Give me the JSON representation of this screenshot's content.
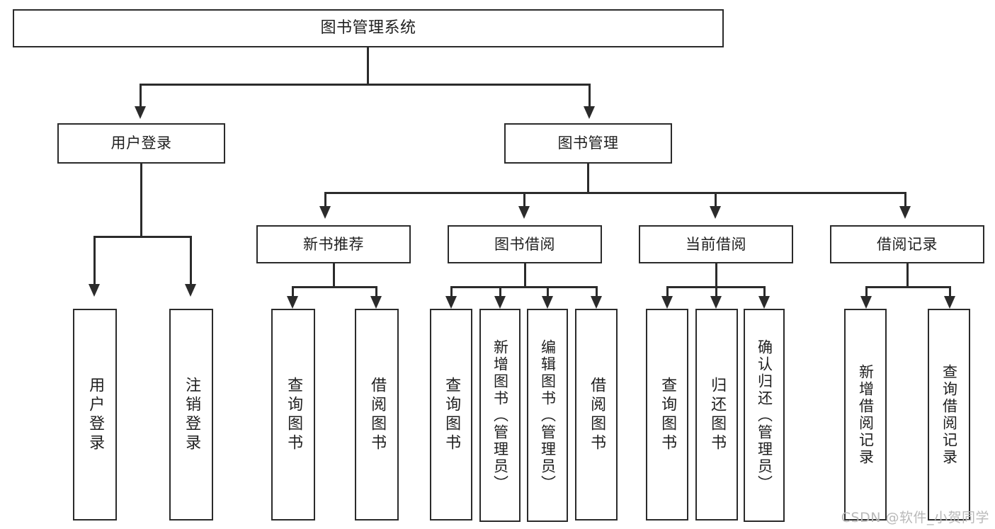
{
  "diagram": {
    "type": "tree-hierarchy",
    "title": "图书管理系统",
    "watermark": "CSDN @软件_小贺同学",
    "colors": {
      "background": "#ffffff",
      "stroke": "#2b2b2b",
      "text": "#1f1f1f",
      "watermark": "#b9b9b9"
    },
    "root": {
      "label": "图书管理系统"
    },
    "level2": [
      {
        "label": "用户登录"
      },
      {
        "label": "图书管理"
      }
    ],
    "level3": [
      {
        "label": "新书推荐"
      },
      {
        "label": "图书借阅"
      },
      {
        "label": "当前借阅"
      },
      {
        "label": "借阅记录"
      }
    ],
    "leaves": {
      "user_login": [
        {
          "label": "用户登录"
        },
        {
          "label": "注销登录"
        }
      ],
      "new_book_recommend": [
        {
          "label": "查询图书"
        },
        {
          "label": "借阅图书"
        }
      ],
      "book_borrow": [
        {
          "label": "查询图书"
        },
        {
          "label": "新增图书（管理员）"
        },
        {
          "label": "编辑图书（管理员）"
        },
        {
          "label": "借阅图书"
        }
      ],
      "current_borrow": [
        {
          "label": "查询图书"
        },
        {
          "label": "归还图书"
        },
        {
          "label": "确认归还（管理员）"
        }
      ],
      "borrow_record": [
        {
          "label": "新增借阅记录"
        },
        {
          "label": "查询借阅记录"
        }
      ]
    }
  }
}
